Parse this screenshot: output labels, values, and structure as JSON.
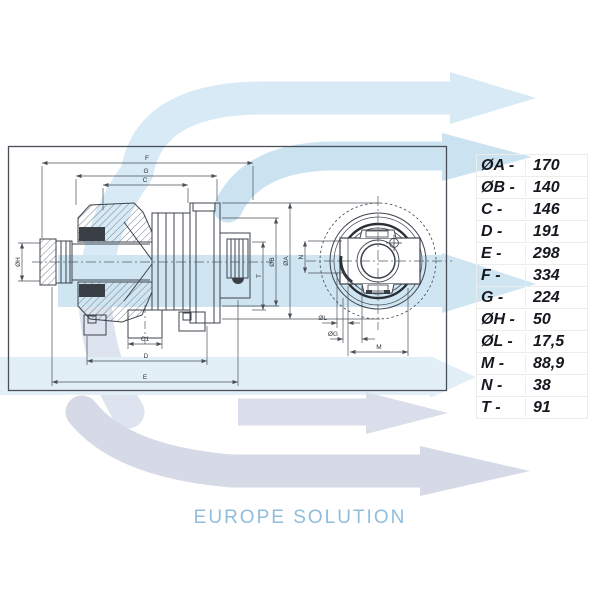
{
  "brand": {
    "name": "EUROPE SOLUTION"
  },
  "spec_table": {
    "rows": [
      {
        "label": "ØA -",
        "value": "170"
      },
      {
        "label": "ØB -",
        "value": "140"
      },
      {
        "label": "C -",
        "value": "146"
      },
      {
        "label": "D -",
        "value": "191"
      },
      {
        "label": "E -",
        "value": "298"
      },
      {
        "label": "F -",
        "value": "334"
      },
      {
        "label": "G -",
        "value": "224"
      },
      {
        "label": "ØH -",
        "value": "50"
      },
      {
        "label": "ØL -",
        "value": "17,5"
      },
      {
        "label": "M -",
        "value": "88,9"
      },
      {
        "label": "N -",
        "value": "38"
      },
      {
        "label": "T -",
        "value": "91"
      }
    ]
  },
  "drawing": {
    "side_view_labels": {
      "F": "F",
      "G": "G",
      "C": "C",
      "OH": "ØH",
      "C1": "C1",
      "D": "D",
      "E": "E",
      "T": "T",
      "OB": "ØB"
    },
    "front_view_labels": {
      "OA": "ØA",
      "N": "N",
      "OL": "ØL",
      "OG": "ØG",
      "M": "M"
    }
  },
  "colors": {
    "logo_blue": "#cfe5f2",
    "logo_gray": "#d6dae7",
    "brand_text": "#8fbedd",
    "line": "#3d434d"
  }
}
